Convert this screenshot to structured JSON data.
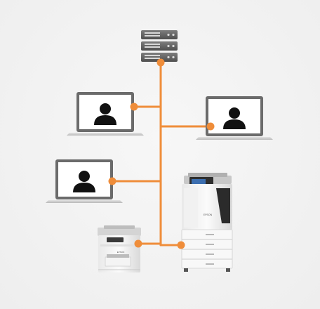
{
  "diagram": {
    "accent_color": "#ef8d3a",
    "nodes": [
      {
        "id": "server",
        "icon": "server-rack-icon"
      },
      {
        "id": "laptop-left-top",
        "icon": "laptop-user-icon"
      },
      {
        "id": "laptop-right",
        "icon": "laptop-user-icon"
      },
      {
        "id": "laptop-left-bottom",
        "icon": "laptop-user-icon"
      },
      {
        "id": "printer-small",
        "icon": "multifunction-printer-icon"
      },
      {
        "id": "printer-large",
        "icon": "enterprise-printer-icon"
      }
    ],
    "labels": {
      "printer_small_brand": "EPSON",
      "printer_large_brand": "EPSON"
    }
  }
}
